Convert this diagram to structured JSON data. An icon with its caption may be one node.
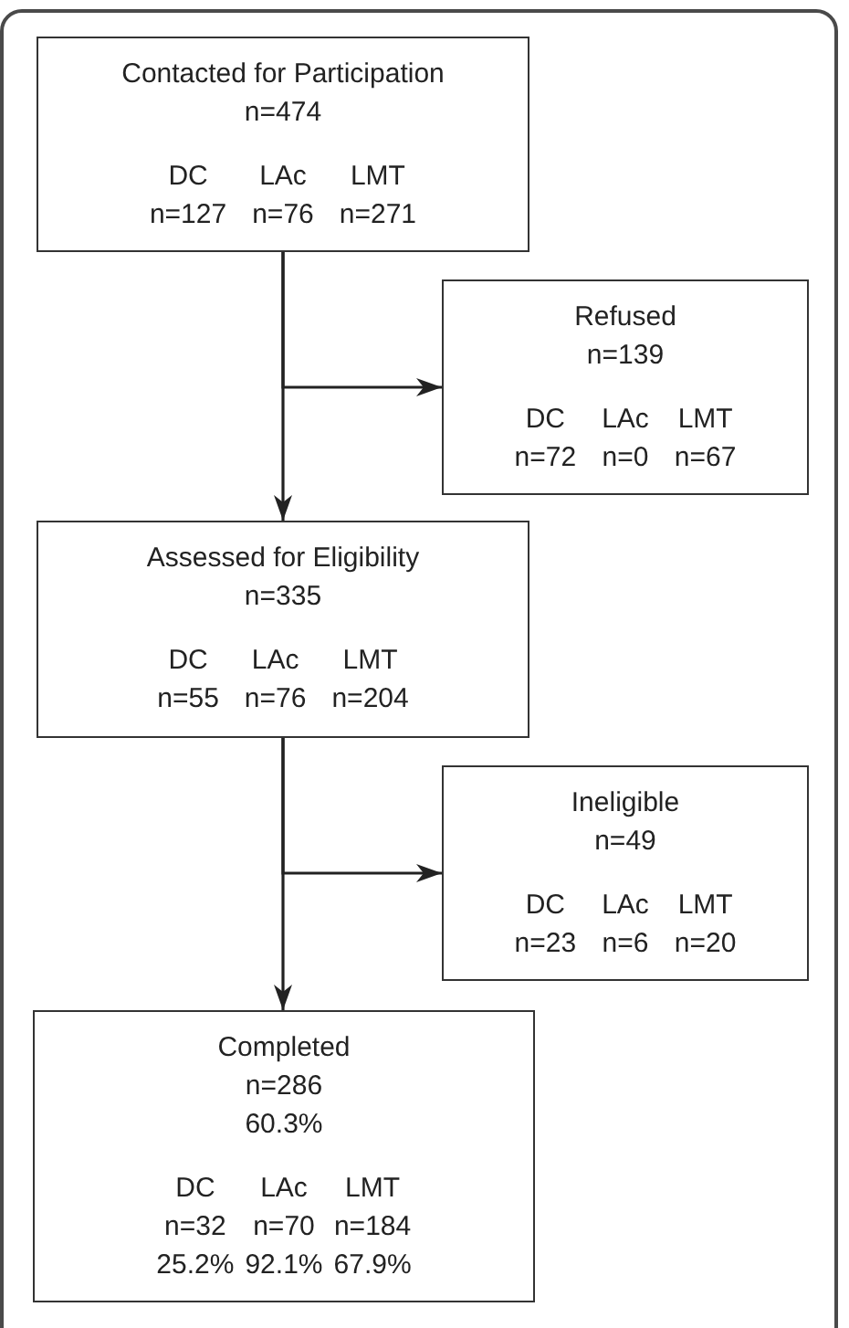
{
  "diagram": {
    "nodes": [
      {
        "text": [
          "Contacted for Participation",
          "n=474",
          "DC",
          "LAc",
          "LMT",
          "n=127",
          "n=76",
          "n=271"
        ]
      },
      {
        "text": [
          "Refused",
          "n=139",
          "DC",
          "LAc",
          "LMT",
          "n=72",
          "n=0",
          "n=67"
        ]
      },
      {
        "text": [
          "Assessed for Eligibility",
          "n=335",
          "DC",
          "LAc",
          "LMT",
          "n=55",
          "n=76",
          "n=204"
        ]
      },
      {
        "text": [
          "Ineligible",
          "n=49",
          "DC",
          "LAc",
          "LMT",
          "n=23",
          "n=6",
          "n=20"
        ]
      },
      {
        "text": [
          "Completed",
          "n=286",
          "60.3%",
          "DC",
          "LAc",
          "LMT",
          "n=32",
          "n=70",
          "n=184",
          "25.2%",
          "92.1%",
          "67.9%"
        ]
      }
    ],
    "edges": [
      {
        "from": 0,
        "to": 1,
        "arrow": "to"
      },
      {
        "from": 0,
        "to": 2,
        "arrow": "to"
      },
      {
        "from": 2,
        "to": 3,
        "arrow": "to"
      },
      {
        "from": 2,
        "to": 4,
        "arrow": "to"
      }
    ]
  }
}
